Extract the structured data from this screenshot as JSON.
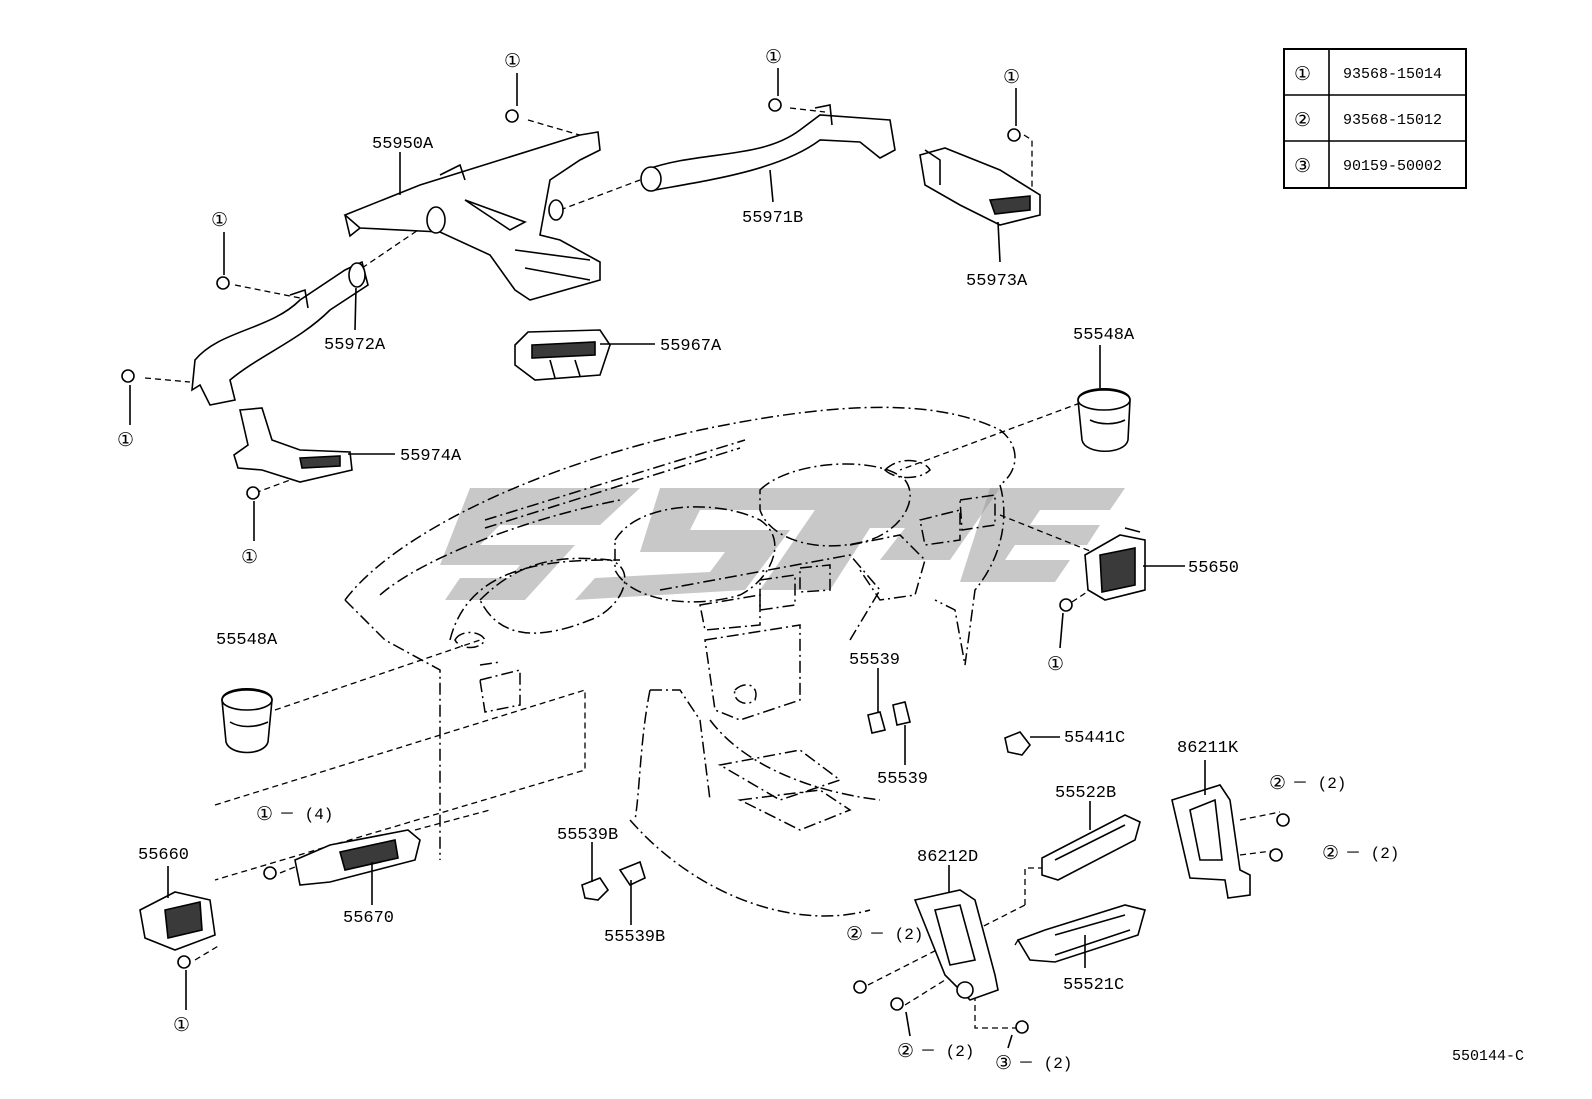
{
  "legend": [
    {
      "num": "①",
      "part": "93568-15014"
    },
    {
      "num": "②",
      "part": "93568-15012"
    },
    {
      "num": "③",
      "part": "90159-50002"
    }
  ],
  "parts": {
    "p55950A": "55950A",
    "p55971B": "55971B",
    "p55973A": "55973A",
    "p55972A": "55972A",
    "p55967A": "55967A",
    "p55974A": "55974A",
    "p55548A_right": "55548A",
    "p55548A_left": "55548A",
    "p55650": "55650",
    "p55539_top": "55539",
    "p55539_bottom": "55539",
    "p55441C": "55441C",
    "p86211K": "86211K",
    "p55522B": "55522B",
    "p86212D": "86212D",
    "p55660": "55660",
    "p55670": "55670",
    "p55539B_top": "55539B",
    "p55539B_bottom": "55539B",
    "p55521C": "55521C"
  },
  "callouts": {
    "one": "①",
    "two": "②",
    "three": "③"
  },
  "quantities": {
    "q4": "－ (4)",
    "q2": "－ (2)"
  },
  "diagram_code": "550144-C"
}
